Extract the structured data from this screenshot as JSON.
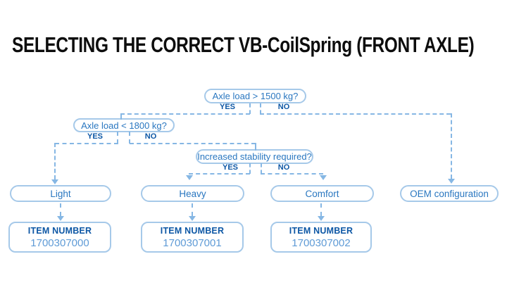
{
  "title": "SELECTING THE CORRECT VB-CoilSpring (FRONT AXLE)",
  "colors": {
    "background": "#ffffff",
    "title_text": "#0d0d0d",
    "box_border": "#a6c9e9",
    "question_text": "#2a77c0",
    "yes_no_text": "#0d57a5",
    "item_label_text": "#0d57a5",
    "item_number_text": "#5f9bd6",
    "connector_line": "#86b7e4"
  },
  "flowchart": {
    "questions": [
      {
        "label": "Axle load > 1500 kg?",
        "yes_label": "YES",
        "no_label": "NO"
      },
      {
        "label": "Axle load < 1800 kg?",
        "yes_label": "YES",
        "no_label": "NO"
      },
      {
        "label": "Increased stability required?",
        "yes_label": "YES",
        "no_label": "NO"
      }
    ],
    "edges": [
      {
        "from": "Axle load > 1500 kg?",
        "answer": "YES",
        "to": "Axle load < 1800 kg?"
      },
      {
        "from": "Axle load > 1500 kg?",
        "answer": "NO",
        "to": "OEM configuration"
      },
      {
        "from": "Axle load < 1800 kg?",
        "answer": "YES",
        "to": "Light"
      },
      {
        "from": "Axle load < 1800 kg?",
        "answer": "NO",
        "to": "Increased stability required?"
      },
      {
        "from": "Increased stability required?",
        "answer": "YES",
        "to": "Heavy"
      },
      {
        "from": "Increased stability required?",
        "answer": "NO",
        "to": "Comfort"
      }
    ],
    "results": [
      {
        "label": "Light",
        "item_label": "ITEM NUMBER",
        "item_number": "1700307000"
      },
      {
        "label": "Heavy",
        "item_label": "ITEM NUMBER",
        "item_number": "1700307001"
      },
      {
        "label": "Comfort",
        "item_label": "ITEM NUMBER",
        "item_number": "1700307002"
      },
      {
        "label": "OEM configuration"
      }
    ]
  }
}
